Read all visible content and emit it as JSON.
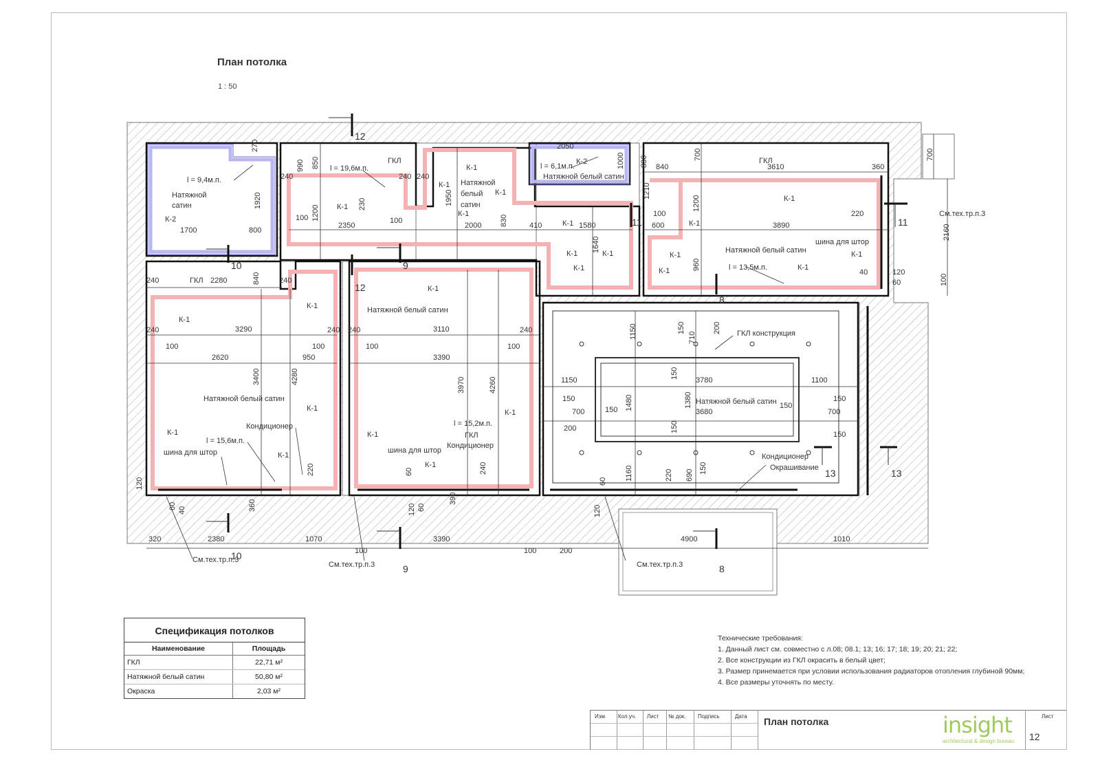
{
  "sheet": {
    "title": "План потолка",
    "scale": "1 : 50"
  },
  "colors": {
    "wall_hatch": "#9a9a9a",
    "k1_band": "#f5b2b2",
    "k2_band": "#b9b7ef",
    "wall_line": "#111111"
  },
  "labels": {
    "satin": "Натяжной белый сатин",
    "satin_l1": "Натяжной",
    "satin_l2": "белый",
    "satin_l3": "сатин",
    "gkl": "ГКЛ",
    "gkl_construction": "ГКЛ конструкция",
    "k1": "К-1",
    "k2": "К-2",
    "curtain_rail": "шина для штор",
    "ac": "Кондиционер",
    "painting": "Окрашивание",
    "see_tech": "См.тех.тр.п.3",
    "len_a": "l = 9,4м.п.",
    "len_b": "l = 19,6м.п.",
    "len_c": "l = 6,1м.п.",
    "len_d": "l = 13,5м.п.",
    "len_e": "l = 15,6м.п.",
    "len_f": "l = 15,2м.п.",
    "sec_8": "8",
    "sec_9": "9",
    "sec_10": "10",
    "sec_11": "11",
    "sec_12": "12",
    "sec_13": "13"
  },
  "dims": {
    "d270": "270",
    "d1920": "1920",
    "d1700": "1700",
    "d800": "800",
    "d990": "990",
    "d850": "850",
    "d240": "240",
    "d100": "100",
    "d1200": "1200",
    "d2350": "2350",
    "d230": "230",
    "d1950": "1950",
    "d2000": "2000",
    "d830": "830",
    "d2050": "2050",
    "d1000": "1000",
    "d410": "410",
    "d1580": "1580",
    "d1640": "1640",
    "d1210": "1210",
    "d840": "840",
    "d700": "700",
    "d3610": "3610",
    "d360": "360",
    "d600": "600",
    "d3890": "3890",
    "d220": "220",
    "d960": "960",
    "d40": "40",
    "d120": "120",
    "d60": "60",
    "d2160": "2160",
    "d2280": "2280",
    "d3290": "3290",
    "d2620": "2620",
    "d950": "950",
    "d3400": "3400",
    "d4280": "4280",
    "d3110": "3110",
    "d3390": "3390",
    "d3970": "3970",
    "d4260": "4260",
    "d390": "390",
    "d1150": "1150",
    "d150": "150",
    "d710": "710",
    "d200": "200",
    "d3780": "3780",
    "d1100": "1100",
    "d1480": "1480",
    "d1380": "1380",
    "d3680": "3680",
    "d1160": "1160",
    "d690": "690",
    "d320": "320",
    "d2380": "2380",
    "d1070": "1070",
    "d4900": "4900",
    "d1010": "1010"
  },
  "spec": {
    "title": "Спецификация потолков",
    "col_name": "Наименование",
    "col_area": "Площадь",
    "rows": [
      {
        "name": "ГКЛ",
        "area": "22,71 м²"
      },
      {
        "name": "Натяжной белый сатин",
        "area": "50,80 м²"
      },
      {
        "name": "Окраска",
        "area": "2,03 м²"
      }
    ]
  },
  "tech": {
    "title": "Технические требования:",
    "items": [
      "1. Данный лист см. совместно с л.08; 08.1; 13; 16; 17; 18; 19; 20; 21; 22;",
      "2. Все конструкции из ГКЛ окрасить в белый цвет;",
      "3. Размер принемается при условии использования радиаторов отопления глубиной 90мм;",
      "4. Все размеры уточнять по месту."
    ]
  },
  "stamp": {
    "cols": [
      "Изм.",
      "Кол.уч.",
      "Лист",
      "№ док.",
      "Подпись",
      "Дата"
    ],
    "title": "План потолка",
    "logo": "insight",
    "logo_sub": "architectural & design bureau",
    "sheet_label": "Лист",
    "sheet_num": "12"
  }
}
